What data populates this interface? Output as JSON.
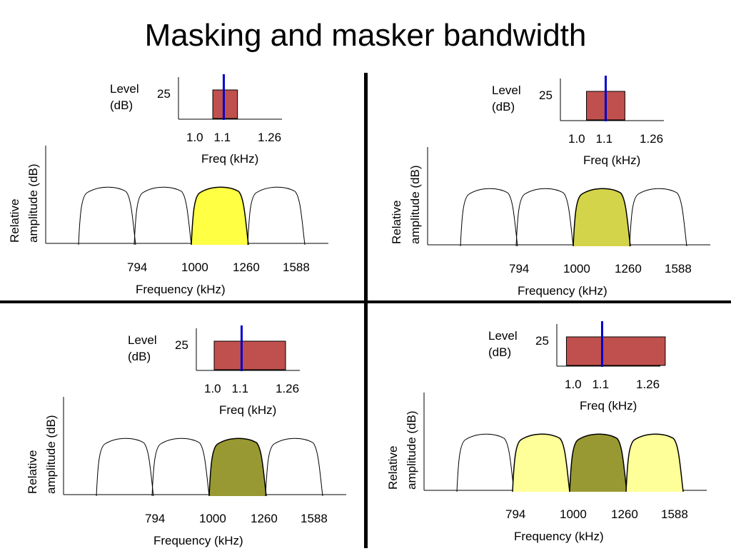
{
  "title": "Masking and masker bandwidth",
  "inset": {
    "level_label_1": "Level",
    "level_label_2": "(dB)",
    "level_value": "25",
    "ticks": [
      "1.0",
      "1.1",
      "1.26"
    ],
    "xlabel": "Freq (kHz)"
  },
  "main": {
    "ylabel_1": "Relative",
    "ylabel_2": "amplitude (dB)",
    "ticks": [
      "794",
      "1000",
      "1260",
      "1588"
    ],
    "xlabel": "Frequency (kHz)"
  },
  "colors": {
    "masker_bar": "#c0504d",
    "tone_line": "#0000cc",
    "bright_yellow": "#ffff44",
    "pale_yellow": "#ffff99",
    "mid_yellow": "#d4d44a",
    "olive": "#999933"
  },
  "panels": [
    {
      "masker_band": [
        1.06,
        1.15
      ],
      "tone": 1.1,
      "filter_fills": [
        "none",
        "none",
        "bright_yellow",
        "none"
      ]
    },
    {
      "masker_band": [
        1.03,
        1.17
      ],
      "tone": 1.1,
      "filter_fills": [
        "none",
        "none",
        "mid_yellow",
        "none"
      ]
    },
    {
      "masker_band": [
        1.0,
        1.26
      ],
      "tone": 1.1,
      "filter_fills": [
        "none",
        "none",
        "olive",
        "none"
      ]
    },
    {
      "masker_band": [
        0.97,
        1.33
      ],
      "tone": 1.1,
      "filter_fills": [
        "none",
        "pale_yellow",
        "olive",
        "pale_yellow"
      ]
    }
  ]
}
